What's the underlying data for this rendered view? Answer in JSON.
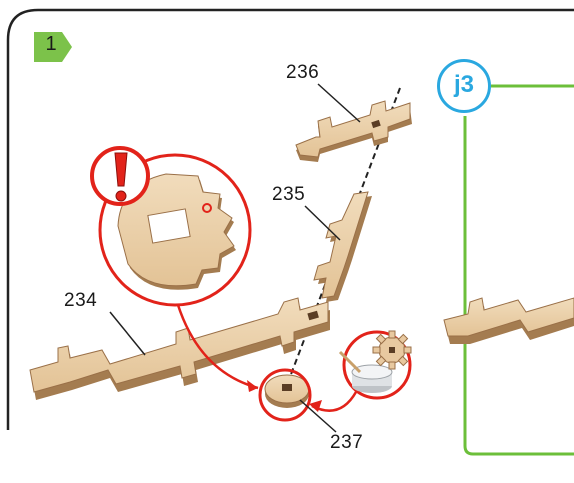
{
  "step": {
    "number": "1"
  },
  "submodel": {
    "label": "j3"
  },
  "parts": [
    {
      "id": "part-236",
      "label": "236"
    },
    {
      "id": "part-235",
      "label": "235"
    },
    {
      "id": "part-234",
      "label": "234"
    },
    {
      "id": "part-237",
      "label": "237"
    }
  ],
  "icons": [
    "warning-exclamation-icon",
    "glue-pot-icon",
    "gear-icon"
  ],
  "colors": {
    "frame": "#222222",
    "callout_red": "#e2231a",
    "submodel_blue": "#2aa8e0",
    "submodel_green": "#6cbf3a",
    "step_badge_green": "#7cc24a",
    "wood": "#e8c9a0",
    "wood_edge": "#a07a4e"
  }
}
